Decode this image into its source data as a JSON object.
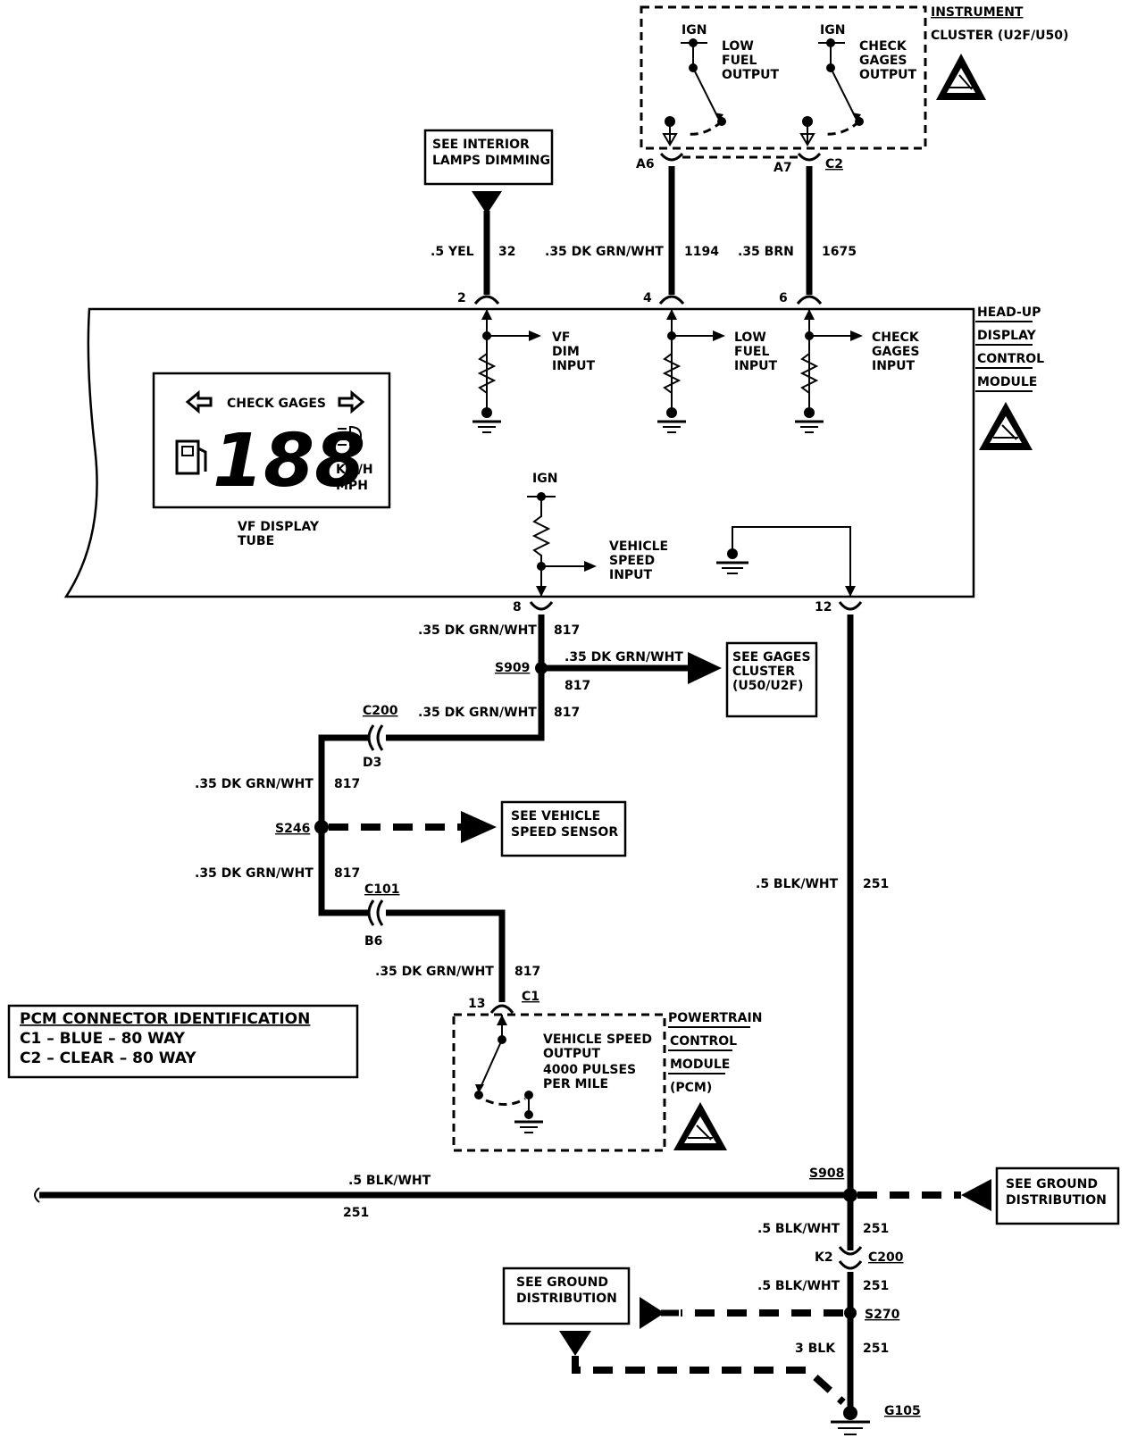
{
  "instrument_cluster": {
    "title_line1": "INSTRUMENT",
    "title_line2": "CLUSTER (U2F/U50)",
    "ign1": "IGN",
    "ign2": "IGN",
    "low_fuel_output": [
      "LOW",
      "FUEL",
      "OUTPUT"
    ],
    "check_gages_output": [
      "CHECK",
      "GAGES",
      "OUTPUT"
    ],
    "pin_a6": "A6",
    "pin_a7": "A7",
    "conn_c2": "C2"
  },
  "see_interior": [
    "SEE INTERIOR",
    "LAMPS DIMMING"
  ],
  "wires_top": {
    "w1_color": ".5 YEL",
    "w1_num": "32",
    "w2_color": ".35 DK GRN/WHT",
    "w2_num": "1194",
    "w3_color": ".35 BRN",
    "w3_num": "1675"
  },
  "hud": {
    "title": [
      "HEAD-UP",
      "DISPLAY",
      "CONTROL",
      "MODULE"
    ],
    "pin2": "2",
    "pin4": "4",
    "pin6": "6",
    "pin8": "8",
    "pin12": "12",
    "vf_dim_input": [
      "VF",
      "DIM",
      "INPUT"
    ],
    "low_fuel_input": [
      "LOW",
      "FUEL",
      "INPUT"
    ],
    "check_gages_input": [
      "CHECK",
      "GAGES",
      "INPUT"
    ],
    "ign": "IGN",
    "vehicle_speed_input": [
      "VEHICLE",
      "SPEED",
      "INPUT"
    ],
    "display_check_gages": "CHECK GAGES",
    "display_digits": "188",
    "display_units": [
      "KM/H",
      "MPH"
    ],
    "display_caption": [
      "VF DISPLAY",
      "TUBE"
    ]
  },
  "speed_circuit": {
    "w_color": ".35 DK GRN/WHT",
    "w_num": "817",
    "s909": "S909",
    "branch_color": ".35 DK GRN/WHT",
    "branch_num": "817",
    "see_gages": [
      "SEE GAGES",
      "CLUSTER",
      "(U50/U2F)"
    ],
    "c200": "C200",
    "d3": "D3",
    "s246": "S246",
    "see_vss": [
      "SEE VEHICLE",
      "SPEED SENSOR"
    ],
    "c101": "C101",
    "b6": "B6",
    "pin13": "13",
    "conn_c1": "C1"
  },
  "pcm": {
    "title": [
      "POWERTRAIN",
      "CONTROL",
      "MODULE",
      "(PCM)"
    ],
    "output": [
      "VEHICLE SPEED",
      "OUTPUT",
      "4000 PULSES",
      "PER MILE"
    ]
  },
  "pcm_connector_id": {
    "title": "PCM CONNECTOR IDENTIFICATION",
    "lines": [
      "C1  –  BLUE  –  80 WAY",
      "C2  –  CLEAR  –  80 WAY"
    ]
  },
  "ground_circuit": {
    "w_color": ".5 BLK/WHT",
    "w_num": "251",
    "s908": "S908",
    "left_color": ".5 BLK/WHT",
    "left_num": "251",
    "see_ground_right": [
      "SEE GROUND",
      "DISTRIBUTION"
    ],
    "w2_color": ".5 BLK/WHT",
    "w2_num": "251",
    "k2": "K2",
    "c200": "C200",
    "w3_color": ".5 BLK/WHT",
    "w3_num": "251",
    "s270": "S270",
    "see_ground_left": [
      "SEE GROUND",
      "DISTRIBUTION"
    ],
    "w4_color": "3 BLK",
    "w4_num": "251",
    "g105": "G105"
  }
}
